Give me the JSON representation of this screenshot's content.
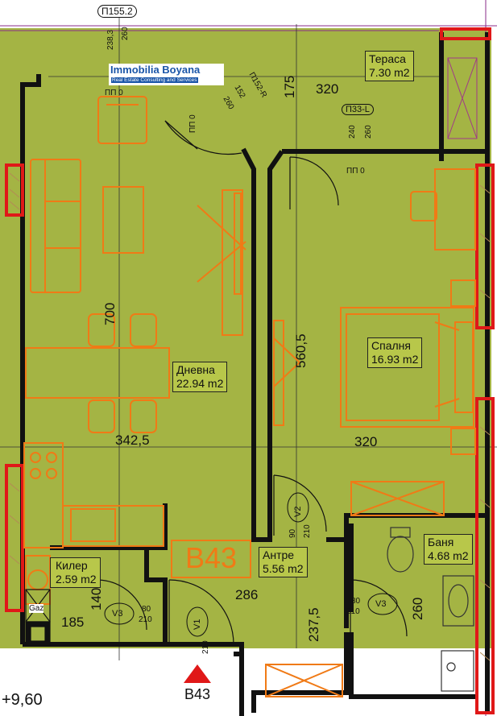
{
  "logo": {
    "name": "Immobilia Boyana",
    "tagline": "Real Estate Consulting and Services"
  },
  "unit": {
    "code": "B43",
    "entrance_label": "B43",
    "elevation": "+9,60"
  },
  "rooms": [
    {
      "name": "Тераса",
      "area": "7.30 m2"
    },
    {
      "name": "Дневна",
      "area": "22.94 m2"
    },
    {
      "name": "Спалня",
      "area": "16.93 m2"
    },
    {
      "name": "Антре",
      "area": "5.56 m2"
    },
    {
      "name": "Баня",
      "area": "4.68 m2"
    },
    {
      "name": "Килер",
      "area": "2.59 m2"
    }
  ],
  "dimensions": {
    "terrace_width": "320",
    "terrace_depth": "175",
    "living_depth": "700",
    "living_width": "342,5",
    "bedroom_depth": "560,5",
    "bedroom_width": "320",
    "hall_width": "286",
    "hall_depth": "237,5",
    "bath_depth": "260",
    "closet_depth": "140",
    "closet_width": "185"
  },
  "openings": {
    "p155": "П155.2",
    "p155_h1": "238,3",
    "p155_h2": "260",
    "p152": "П152-R",
    "p152_w": "152",
    "p152_h": "260",
    "pp0_a": "ПП 0",
    "pp0_b": "ПП 0",
    "pp0_c": "ПП 0",
    "p33": "П33-L",
    "p33_w": "240",
    "p33_h": "260",
    "v2": "V2",
    "v2_w": "90",
    "v2_h": "210",
    "v3a": "V3",
    "v3a_w": "80",
    "v3a_h": "210",
    "v3b": "V3",
    "v3b_w": "80",
    "v3b_h": "210",
    "v1": "V1",
    "v1_h": "210"
  },
  "fixtures": {
    "gas": "Gaz"
  }
}
